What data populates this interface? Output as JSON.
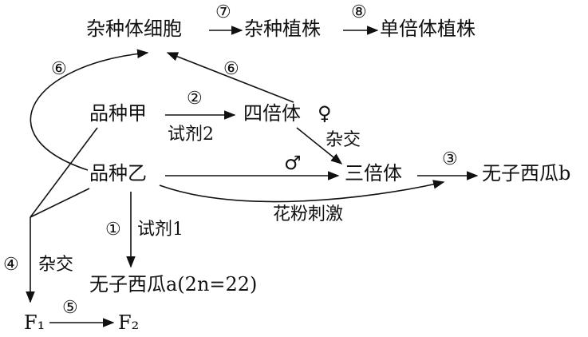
{
  "nodes": {
    "hybrid_cell": "杂种体细胞",
    "hybrid_plant": "杂种植株",
    "haploid_plant": "单倍体植株",
    "variety_a": "品种甲",
    "tetraploid": "四倍体",
    "variety_b": "品种乙",
    "triploid": "三倍体",
    "seedless_b": "无子西瓜b",
    "seedless_a": "无子西瓜a(2n=22)",
    "f1": "F₁",
    "f2": "F₂"
  },
  "labels": {
    "reagent2": "试剂2",
    "cross_right": "杂交",
    "pollen": "花粉刺激",
    "reagent1": "试剂1",
    "cross_left": "杂交",
    "female": "♀",
    "male": "♂"
  },
  "steps": {
    "s1": "①",
    "s2": "②",
    "s3": "③",
    "s4": "④",
    "s5": "⑤",
    "s6a": "⑥",
    "s6b": "⑥",
    "s7": "⑦",
    "s8": "⑧"
  }
}
